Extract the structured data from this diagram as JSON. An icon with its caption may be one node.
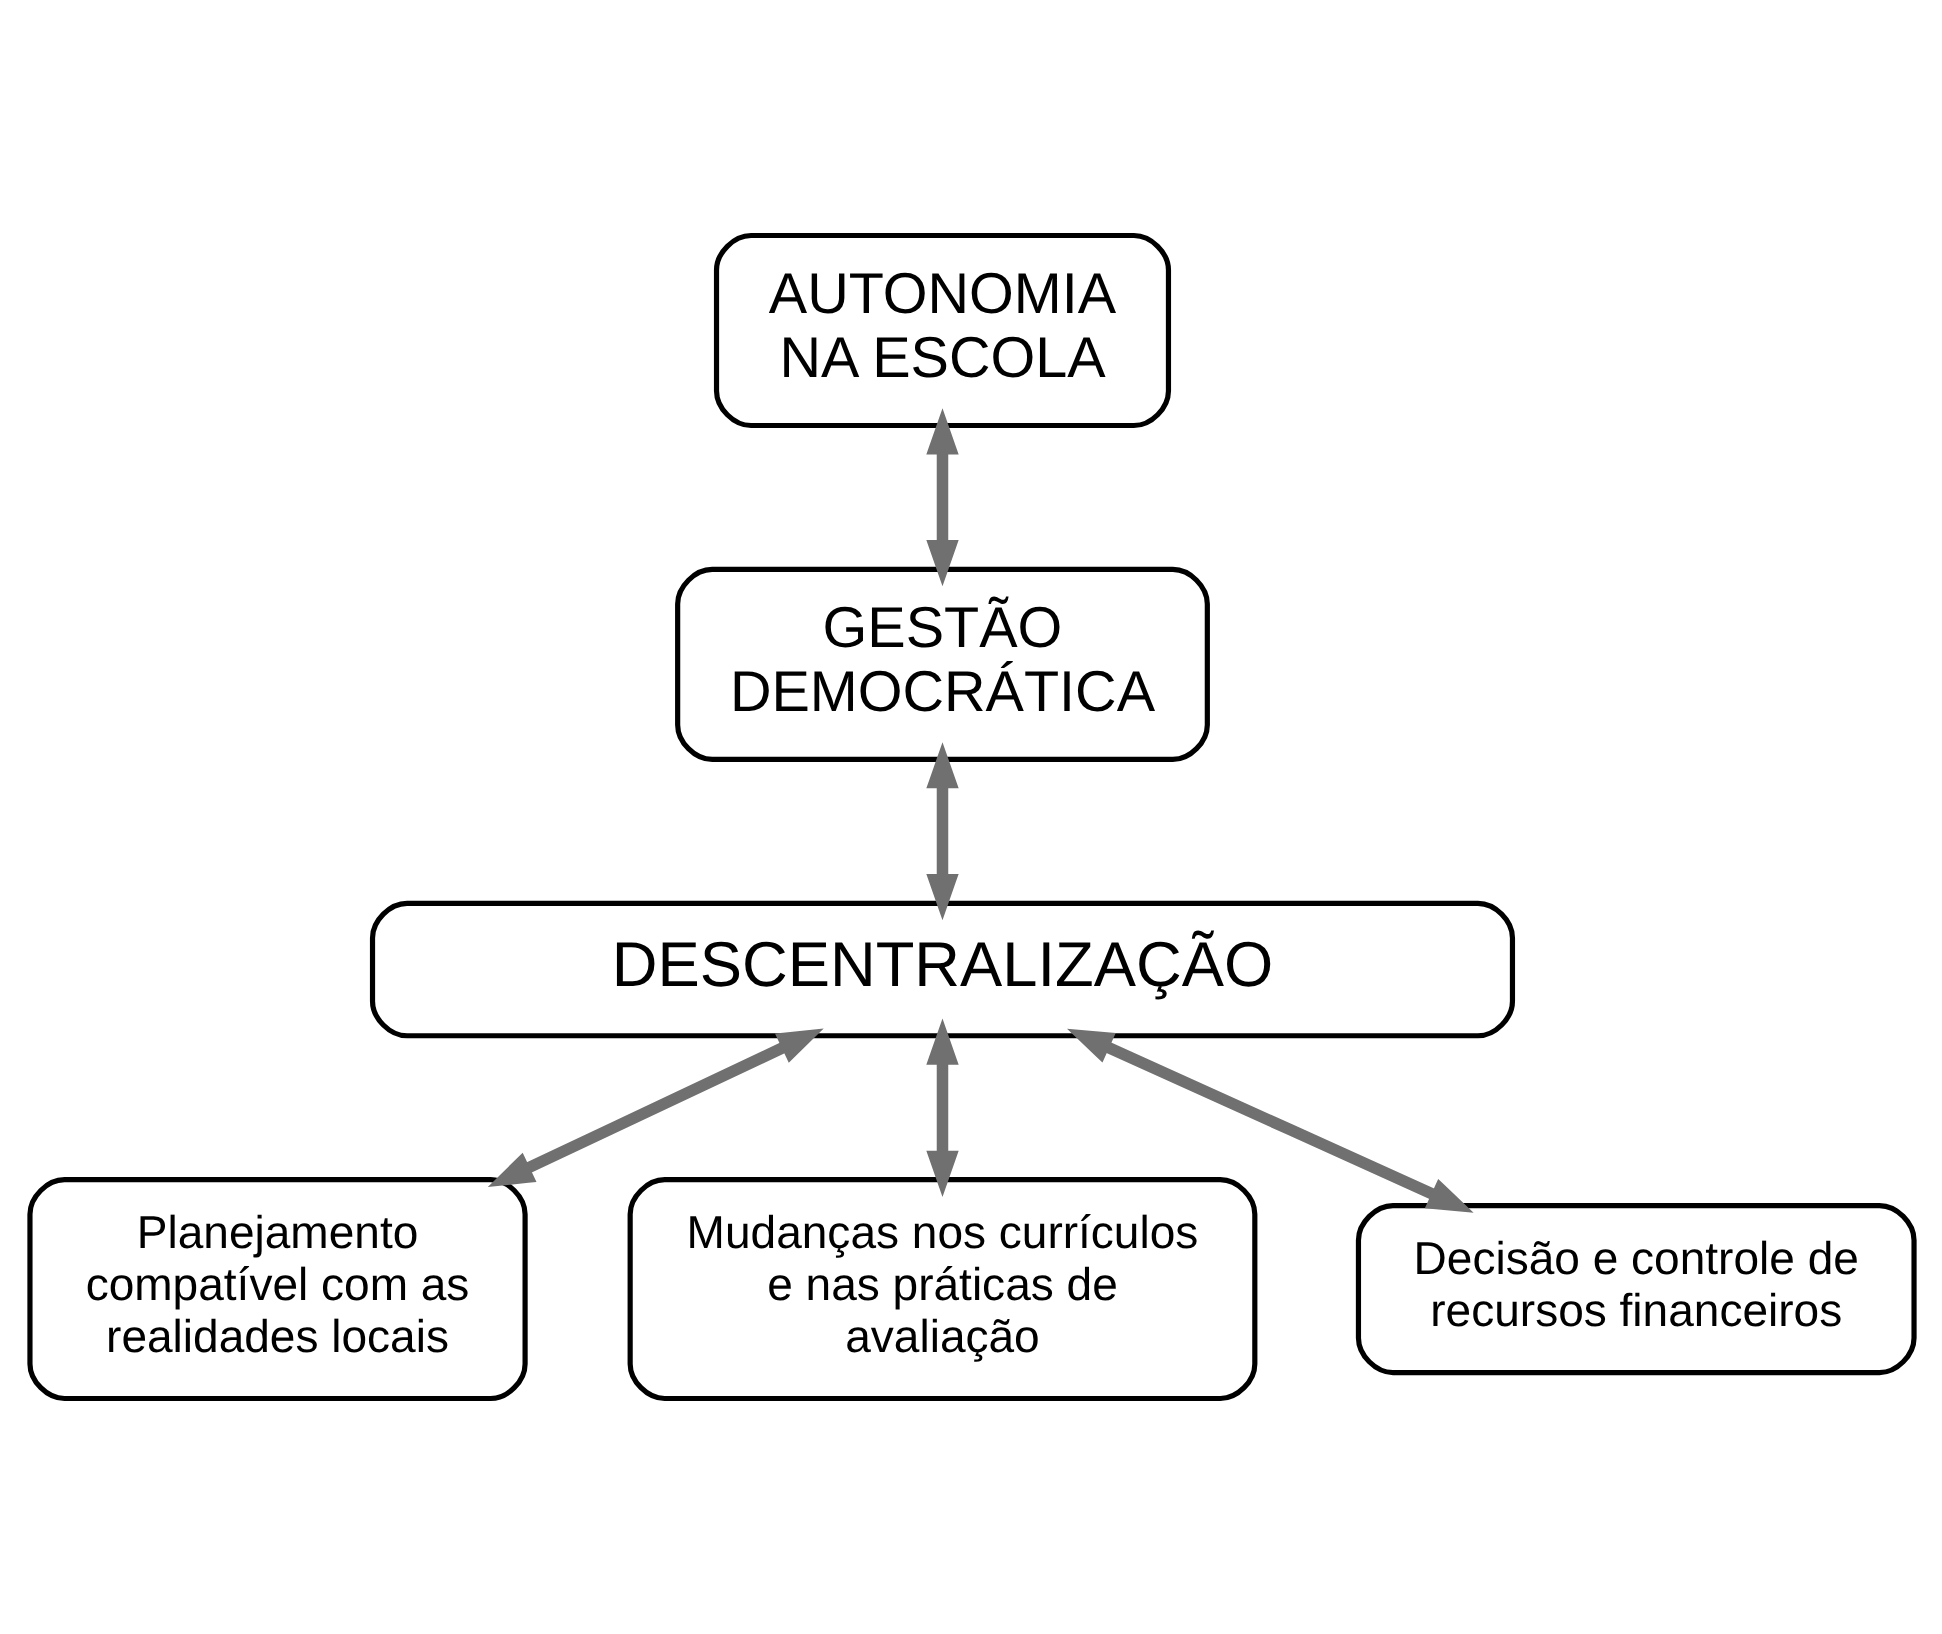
{
  "diagram": {
    "nodes": [
      {
        "text": [
          "AUTONOMIA NA ESCOLA"
        ]
      },
      {
        "text": [
          "GESTÃO DEMOCRÁTICA"
        ]
      },
      {
        "text": [
          "DESCENTRALIZAÇÃO"
        ]
      },
      {
        "text": [
          "Planejamento compatível com as realidades locais"
        ]
      },
      {
        "text": [
          "Mudanças nos currículos e nas práticas de avaliação"
        ]
      },
      {
        "text": [
          "Decisão e controle de recursos financeiros"
        ]
      }
    ],
    "edges": [
      {
        "from": 0,
        "to": 1,
        "arrow": "both"
      },
      {
        "from": 1,
        "to": 2,
        "arrow": "both"
      },
      {
        "from": 2,
        "to": 3,
        "arrow": "both"
      },
      {
        "from": 2,
        "to": 4,
        "arrow": "both"
      },
      {
        "from": 2,
        "to": 5,
        "arrow": "both"
      }
    ]
  }
}
